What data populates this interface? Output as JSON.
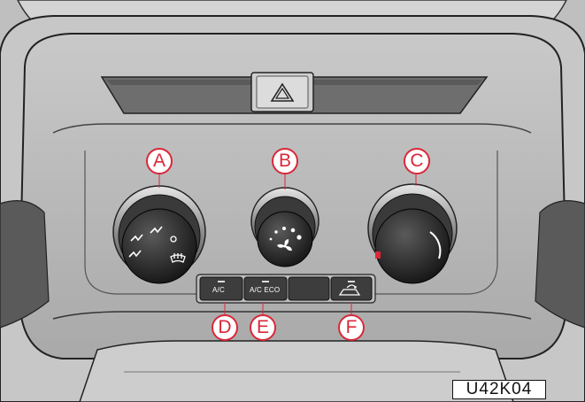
{
  "callouts": {
    "a": "A",
    "b": "B",
    "c": "C",
    "d": "D",
    "e": "E",
    "f": "F"
  },
  "buttons": {
    "ac": "A/C",
    "ac_eco": "A/C ECO"
  },
  "figure_code": "U42K04",
  "colors": {
    "callout": "#d9283a",
    "panel_light": "#d9d9d9",
    "panel_mid": "#bdbdbd",
    "panel_dark": "#3a3a3a"
  },
  "icons": [
    "hazard-triangle-icon",
    "fan-icon",
    "airflow-face-icon",
    "airflow-feet-icon",
    "defrost-icon",
    "recirculation-icon"
  ]
}
